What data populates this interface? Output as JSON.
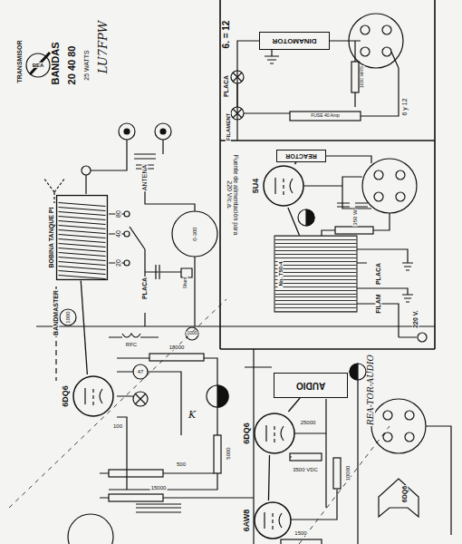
{
  "diagram": {
    "nodes": [
      {
        "text": [
          "DINAMOTOR"
        ]
      },
      {
        "text": [
          "BOBINA TANQUE PI"
        ]
      },
      {
        "text": [
          "REACTOR"
        ]
      },
      {
        "text": [
          "5U4"
        ]
      },
      {
        "text": [
          "No. T50-4"
        ]
      },
      {
        "text": [
          "AUDIO"
        ]
      },
      {
        "text": [
          "6DQ6"
        ]
      },
      {
        "text": [
          "6DQ6"
        ]
      },
      {
        "text": [
          "6AW8"
        ]
      }
    ],
    "edges": [
      {
        "from": 2,
        "to": 3,
        "arrow": "none"
      },
      {
        "from": 3,
        "to": 4,
        "arrow": "none"
      },
      {
        "from": 1,
        "to": 6,
        "arrow": "none"
      },
      {
        "from": 5,
        "to": 7,
        "arrow": "none"
      },
      {
        "from": 7,
        "to": 8,
        "arrow": "none"
      }
    ],
    "labels": [
      "TRANSMISOR",
      "BEA",
      "BANDAS",
      "20 40 80",
      "25 WATTS",
      "LU7FPW",
      "ANTENA",
      "80",
      "40",
      "20",
      "0-300",
      "Shunt",
      "PLACA",
      "BANDMASTER",
      "1000",
      "RFC",
      "18000",
      "1000",
      "47",
      "100",
      "K",
      "15000",
      "500",
      "5000",
      "25000",
      "3500 VDC",
      "10000",
      "1500",
      "REA-TOR-AUDIO",
      "Fuente de alimentación para 220 V/c.a.",
      "350 W",
      "PLACA",
      "FILAM",
      "220 V.",
      "6. = 12",
      "PLACA",
      "FILAMENT",
      "FUSE 40 Amp",
      "6 y 12",
      "1000 WRS",
      "6DQ6"
    ]
  }
}
